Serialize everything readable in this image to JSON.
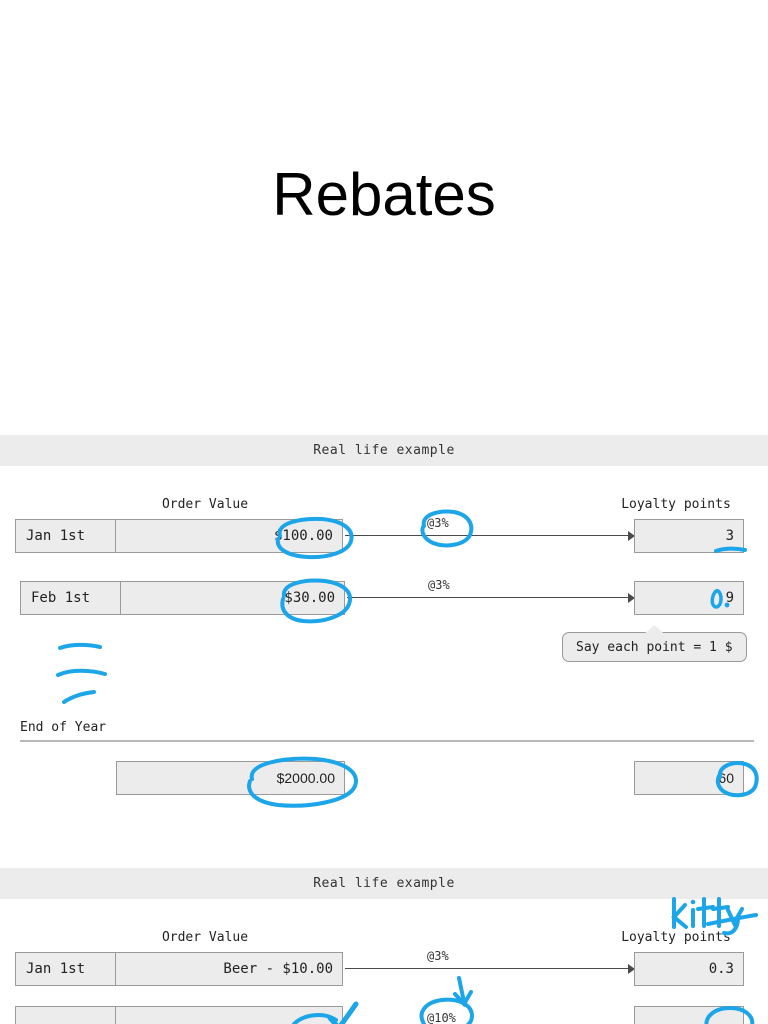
{
  "slide": {
    "title": "Rebates",
    "background_color": "#ffffff",
    "ink_color": "#1ca5e8",
    "band_color": "#ececec",
    "box_fill": "#ececec",
    "box_border": "#9a9a9a"
  },
  "section1": {
    "band_label": "Real life example",
    "col_left_header": "Order Value",
    "col_right_header": "Loyalty points",
    "rows": [
      {
        "date": "Jan 1st",
        "order_value": "$100.00",
        "rate": "@3%",
        "points": "3",
        "order_value_circled": true,
        "rate_circled": true,
        "points_underlined": true
      },
      {
        "date": "Feb 1st",
        "order_value": "$30.00",
        "rate": "@3%",
        "points": "9",
        "points_ink_prefix": "0.",
        "order_value_circled": true,
        "rate_circled": false,
        "points_underlined": false
      }
    ],
    "callout": "Say each point = 1 $",
    "continuation_marks": 3,
    "end_of_year_label": "End of Year",
    "end_of_year": {
      "order_total": "$2000.00",
      "points_total": "60",
      "order_total_circled": true,
      "points_total_circled": true
    }
  },
  "section2": {
    "band_label": "Real life example",
    "col_left_header": "Order Value",
    "col_right_header": "Loyalty points",
    "ink_note": "Kitty",
    "rows": [
      {
        "date": "Jan 1st",
        "order_value": "Beer - $10.00",
        "rate": "@3%",
        "points": "0.3",
        "order_value_circled": false,
        "rate_circled": false
      },
      {
        "date": "",
        "order_value": "",
        "rate": "@10%",
        "points": "",
        "order_value_circled": true,
        "rate_circled": true,
        "partial": true
      }
    ]
  }
}
